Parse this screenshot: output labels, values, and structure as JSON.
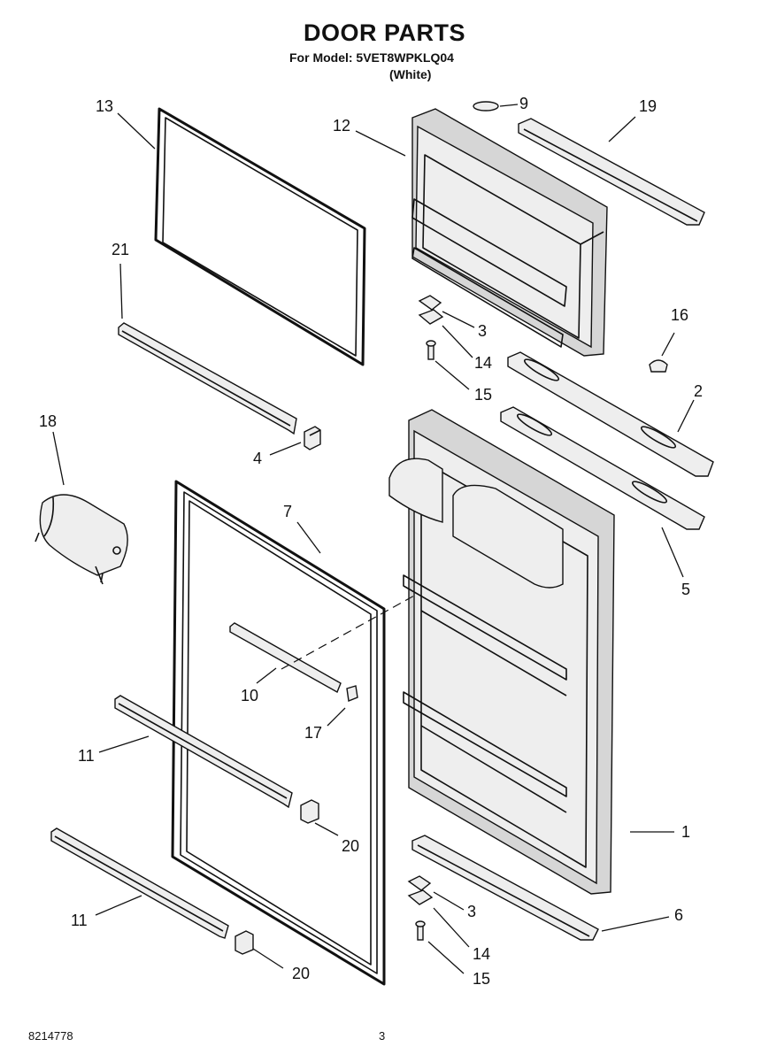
{
  "header": {
    "title": "DOOR PARTS",
    "model_line": "For Model: 5VET8WPKLQ04",
    "color_line": "(White)"
  },
  "footer": {
    "doc_number": "8214778",
    "page_number": "3"
  },
  "callouts": {
    "c1": "1",
    "c2": "2",
    "c3a": "3",
    "c3b": "3",
    "c4": "4",
    "c5": "5",
    "c6": "6",
    "c7": "7",
    "c9": "9",
    "c10": "10",
    "c11a": "11",
    "c11b": "11",
    "c12": "12",
    "c13": "13",
    "c14a": "14",
    "c14b": "14",
    "c15a": "15",
    "c15b": "15",
    "c16": "16",
    "c17": "17",
    "c18": "18",
    "c19": "19",
    "c20a": "20",
    "c20b": "20",
    "c21": "21"
  }
}
